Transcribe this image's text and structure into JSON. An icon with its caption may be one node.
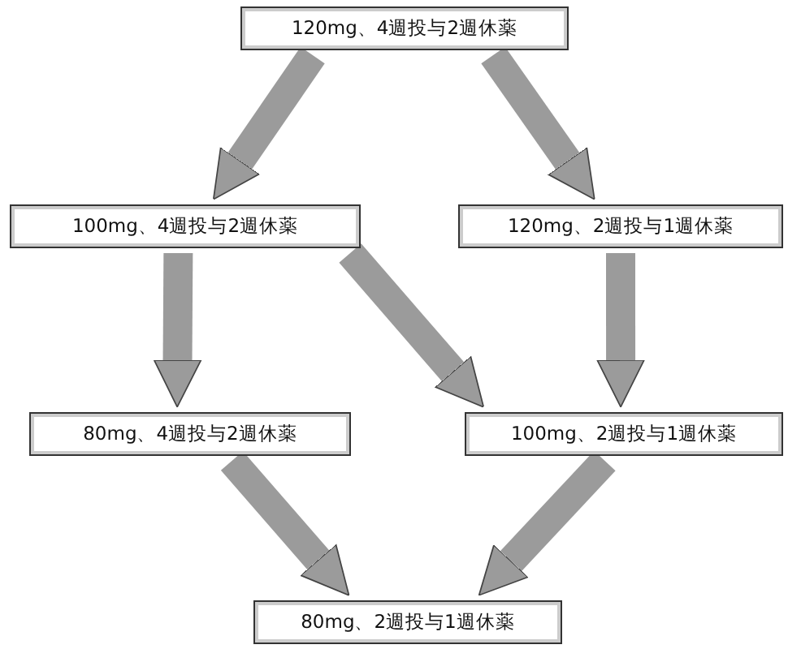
{
  "diagram": {
    "nodes": [
      {
        "text": [
          "120mg、4週投与2週休薬"
        ]
      },
      {
        "text": [
          "100mg、4週投与2週休薬"
        ]
      },
      {
        "text": [
          "120mg、2週投与1週休薬"
        ]
      },
      {
        "text": [
          "80mg、4週投与2週休薬"
        ]
      },
      {
        "text": [
          "100mg、2週投与1週休薬"
        ]
      },
      {
        "text": [
          "80mg、2週投与1週休薬"
        ]
      }
    ],
    "edges": [
      {
        "from": 0,
        "to": 1,
        "arrow": "to"
      },
      {
        "from": 0,
        "to": 2,
        "arrow": "to"
      },
      {
        "from": 1,
        "to": 3,
        "arrow": "to"
      },
      {
        "from": 1,
        "to": 4,
        "arrow": "to"
      },
      {
        "from": 2,
        "to": 4,
        "arrow": "to"
      },
      {
        "from": 3,
        "to": 5,
        "arrow": "to"
      },
      {
        "from": 4,
        "to": 5,
        "arrow": "to"
      }
    ]
  }
}
